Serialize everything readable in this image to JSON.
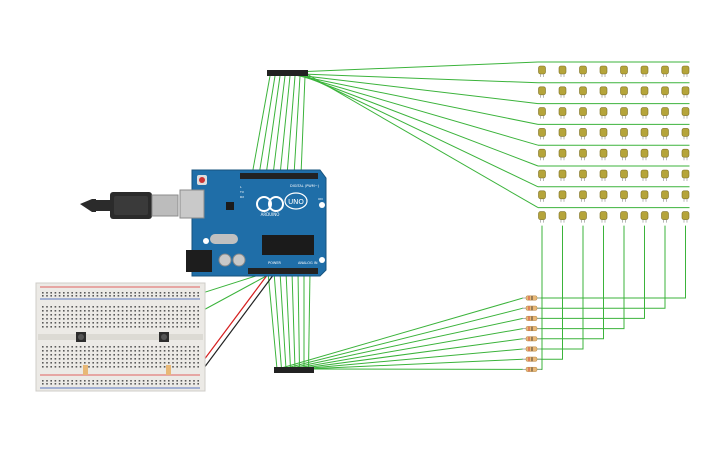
{
  "board": {
    "logo_text": "UNO",
    "brand_text": "ARDUINO",
    "digital_label": "DIGITAL (PWM~)",
    "power_label": "POWER",
    "analog_label": "ANALOG IN",
    "tx_label": "TX",
    "rx_label": "RX",
    "l_label": "L",
    "on_label": "ON",
    "board_color": "#1f6ea8",
    "header_color": "#222222"
  },
  "wiring": {
    "wire_color": "#3bb33b",
    "red_wire_color": "#d62020",
    "black_wire_color": "#222222"
  },
  "led_matrix": {
    "rows": 8,
    "cols": 8,
    "led_color": "#b5a43a"
  },
  "resistor_bank": {
    "count": 8,
    "body_color": "#e8b877"
  },
  "breadboard": {
    "body_color": "#eceae6",
    "rail_red": "#d33",
    "rail_blue": "#2a4fb0",
    "buttons": 2
  },
  "usb_cable": {
    "body_color": "#2b2b2b",
    "plug_color": "#bcbcbc"
  }
}
